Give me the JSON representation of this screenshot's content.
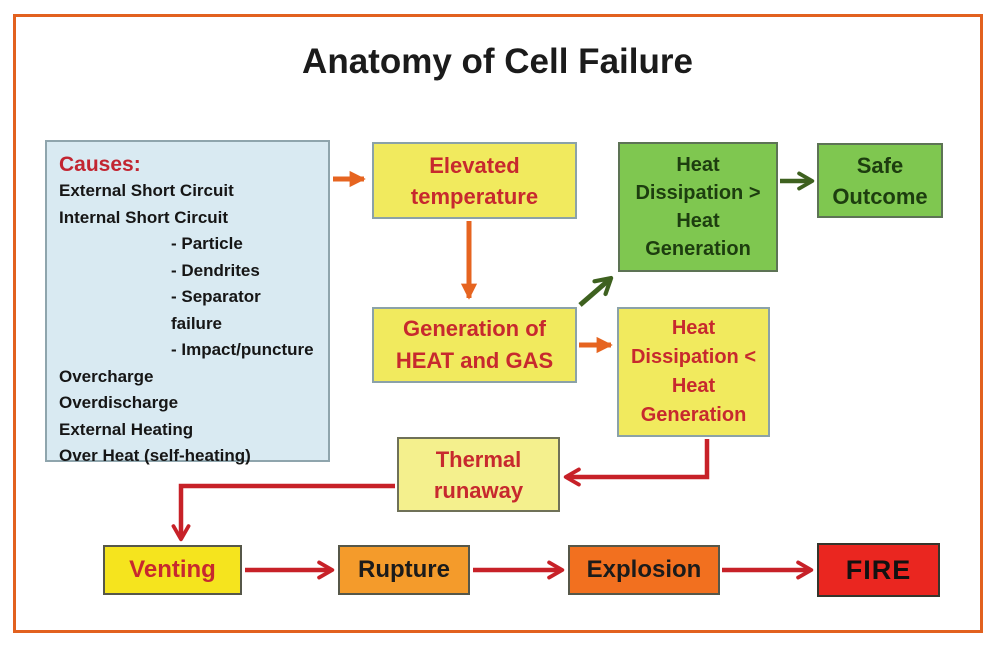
{
  "title": "Anatomy of Cell Failure",
  "causes": {
    "heading": "Causes:",
    "items": [
      {
        "text": "External Short Circuit",
        "indent": false
      },
      {
        "text": "Internal Short Circuit",
        "indent": false
      },
      {
        "text": "- Particle",
        "indent": true
      },
      {
        "text": "- Dendrites",
        "indent": true
      },
      {
        "text": "- Separator failure",
        "indent": true
      },
      {
        "text": "- Impact/puncture",
        "indent": true
      },
      {
        "text": "Overcharge",
        "indent": false
      },
      {
        "text": "Overdischarge",
        "indent": false
      },
      {
        "text": "External Heating",
        "indent": false
      },
      {
        "text": "Over Heat (self-heating)",
        "indent": false
      }
    ]
  },
  "nodes": {
    "elevated_temperature": {
      "label": "Elevated\ntemperature"
    },
    "heat_dissipation_greater": {
      "label": "Heat\nDissipation >\nHeat\nGeneration"
    },
    "safe_outcome": {
      "label": "Safe\nOutcome"
    },
    "generation_heat_gas": {
      "label": "Generation of\nHEAT and GAS"
    },
    "heat_dissipation_less": {
      "label": "Heat\nDissipation <\nHeat\nGeneration"
    },
    "thermal_runaway": {
      "label": "Thermal\nrunaway"
    },
    "venting": {
      "label": "Venting"
    },
    "rupture": {
      "label": "Rupture"
    },
    "explosion": {
      "label": "Explosion"
    },
    "fire": {
      "label": "FIRE"
    }
  },
  "flow": {
    "edges": [
      "causes -> elevated_temperature",
      "elevated_temperature -> generation_heat_gas",
      "generation_heat_gas -> heat_dissipation_greater",
      "heat_dissipation_greater -> safe_outcome",
      "generation_heat_gas -> heat_dissipation_less",
      "heat_dissipation_less -> thermal_runaway",
      "thermal_runaway -> venting",
      "venting -> rupture",
      "rupture -> explosion",
      "explosion -> fire"
    ]
  },
  "colors": {
    "frame_orange": "#e2611f",
    "arrow_orange": "#e66420",
    "arrow_green": "#3e611f",
    "arrow_red": "#c72128",
    "node_yellow": "#f1ea5e",
    "node_pale_yellow": "#f4f08d",
    "node_bright_yellow": "#f5e41e",
    "node_green": "#7fc750",
    "node_orange": "#f49b2b",
    "node_orange_red": "#f2701f",
    "node_red": "#ea2620",
    "causes_blue": "#d9eaf2",
    "causes_heading_red": "#c22531",
    "text_red": "#c7292e",
    "text_dark_green": "#1d3d0f"
  }
}
